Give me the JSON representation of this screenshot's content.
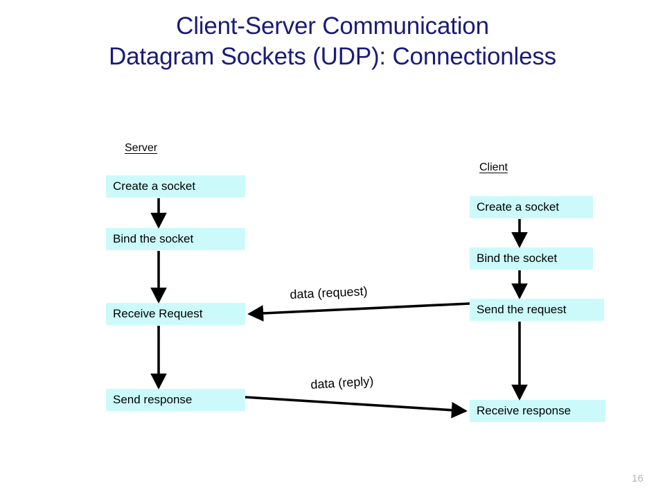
{
  "slide": {
    "title_line1": "Client-Server Communication",
    "title_line2": "Datagram Sockets (UDP): Connectionless",
    "title_color": "#1a1a7a",
    "page_number": "16",
    "box_color": "#ccfafa",
    "arrow_color": "#000000",
    "background": "#ffffff"
  },
  "server": {
    "label": "Server",
    "steps": [
      {
        "label": "Create a socket"
      },
      {
        "label": "Bind the socket"
      },
      {
        "label": "Receive Request"
      },
      {
        "label": "Send response"
      }
    ]
  },
  "client": {
    "label": "Client",
    "steps": [
      {
        "label": "Create a socket"
      },
      {
        "label": "Bind the socket"
      },
      {
        "label": "Send the request"
      },
      {
        "label": "Receive response"
      }
    ]
  },
  "transfers": [
    {
      "label": "data (request)",
      "from": "client.send-the-request",
      "to": "server.receive-request",
      "direction": "right-to-left"
    },
    {
      "label": "data (reply)",
      "from": "server.send-response",
      "to": "client.receive-response",
      "direction": "left-to-right"
    }
  ]
}
